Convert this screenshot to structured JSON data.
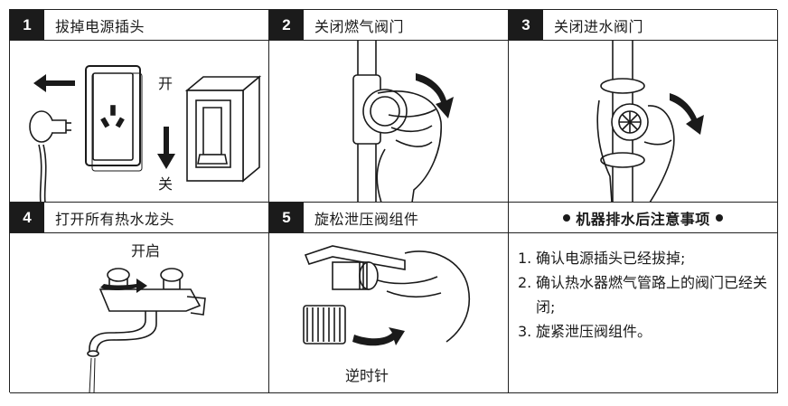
{
  "steps": [
    {
      "number": "1",
      "title": "拔掉电源插头"
    },
    {
      "number": "2",
      "title": "关闭燃气阀门"
    },
    {
      "number": "3",
      "title": "关闭进水阀门"
    },
    {
      "number": "4",
      "title": "打开所有热水龙头"
    },
    {
      "number": "5",
      "title": "旋松泄压阀组件"
    }
  ],
  "labels": {
    "switch_on": "开",
    "switch_off": "关",
    "faucet_open": "开启",
    "counterclockwise": "逆时针"
  },
  "notes": {
    "title": "机器排水后注意事项",
    "items": [
      {
        "n": "1.",
        "text": "确认电源插头已经拔掉;"
      },
      {
        "n": "2.",
        "text": "确认热水器燃气管路上的阀门已经关闭;"
      },
      {
        "n": "3.",
        "text": "旋紧泄压阀组件。"
      }
    ]
  }
}
